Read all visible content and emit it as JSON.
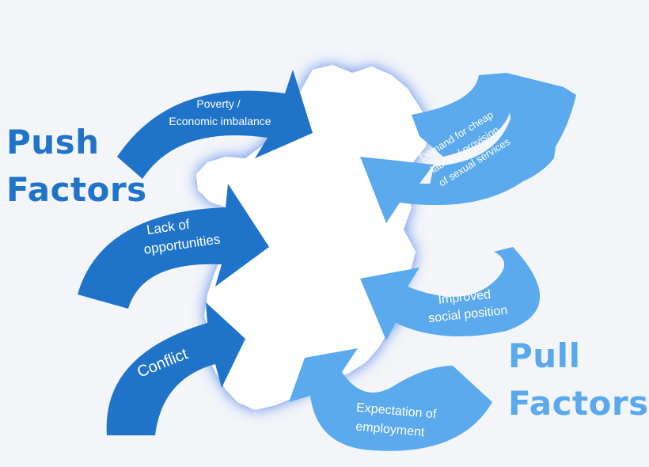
{
  "push": {
    "heading_line1": "Push",
    "heading_line2": "Factors",
    "items": [
      {
        "lines": [
          "Poverty /",
          "Economic imbalance"
        ]
      },
      {
        "lines": [
          "Lack of",
          "opportunities"
        ]
      },
      {
        "lines": [
          "Conflict"
        ]
      }
    ]
  },
  "pull": {
    "heading_line1": "Pull",
    "heading_line2": "Factors",
    "items": [
      {
        "lines": [
          "Demand for cheap",
          "labour / provision",
          "of sexual services"
        ]
      },
      {
        "lines": [
          "Improved",
          "social position"
        ]
      },
      {
        "lines": [
          "Expectation of",
          "employment"
        ]
      }
    ]
  },
  "colors": {
    "push": "#1f74c9",
    "pull": "#5aaaed",
    "map": "#ffffff",
    "background": "#f4f5f9"
  }
}
